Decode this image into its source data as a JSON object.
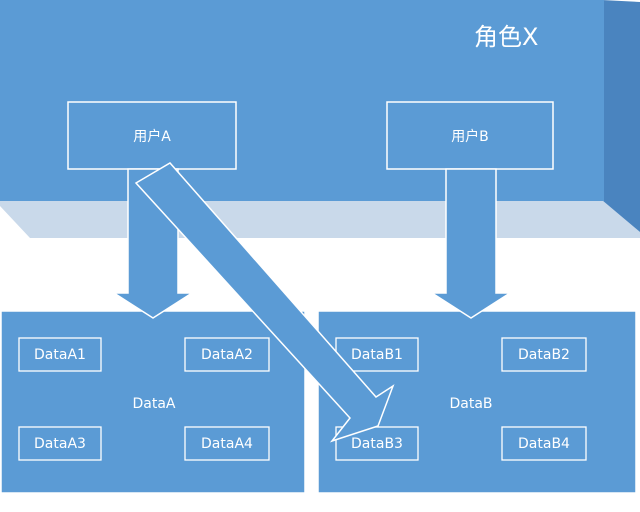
{
  "role": {
    "label": "角色X"
  },
  "users": [
    {
      "label": "用户A"
    },
    {
      "label": "用户B"
    }
  ],
  "groups": [
    {
      "label": "DataA",
      "items": [
        "DataA1",
        "DataA2",
        "DataA3",
        "DataA4"
      ]
    },
    {
      "label": "DataB",
      "items": [
        "DataB1",
        "DataB2",
        "DataB3",
        "DataB4"
      ]
    }
  ],
  "colors": {
    "fill": "#5b9bd5",
    "side": "#4a84bf",
    "shadow": "#c9d9ea",
    "stroke": "#ffffff"
  }
}
